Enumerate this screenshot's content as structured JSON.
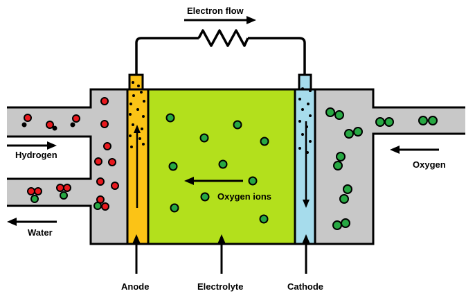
{
  "labels": {
    "electron_flow": "Electron flow",
    "hydrogen": "Hydrogen",
    "water": "Water",
    "oxygen": "Oxygen",
    "oxygen_ions": "Oxygen ions",
    "anode": "Anode",
    "electrolyte": "Electrolyte",
    "cathode": "Cathode"
  },
  "colors": {
    "housing": "#c8c8c8",
    "anode": "#fbc316",
    "electrolyte": "#b3e01c",
    "cathode": "#a6dcec",
    "hydrogen_atom": "#e8191e",
    "oxygen_atom": "#27a843",
    "outline": "#000000"
  }
}
